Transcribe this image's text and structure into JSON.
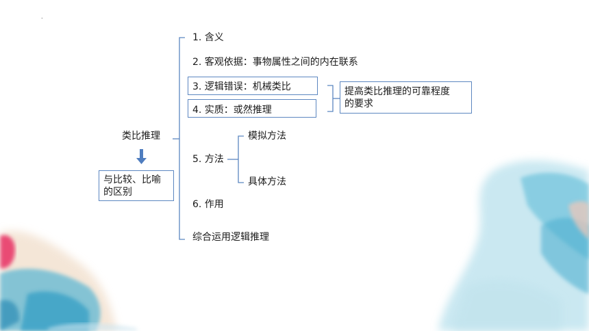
{
  "slide": {
    "dot": ".",
    "root": "类比推理",
    "items": [
      "1. 含义",
      "2. 客观依据：事物属性之间的内在联系",
      "3. 逻辑错误：机械类比",
      "4. 实质：或然推理",
      "5. 方法",
      "6. 作用",
      "综合运用逻辑推理"
    ],
    "methods": [
      "模拟方法",
      "具体方法"
    ],
    "requirement_line1": "提高类比推理的可靠程度",
    "requirement_line2": "的要求",
    "difference_line1": "与比较、比喻",
    "difference_line2": "的区别"
  },
  "colors": {
    "box_border": "#5b86c0",
    "bracket": "#5b86c0",
    "arrow": "#4f7dbf",
    "teal_paint": "#5fb8d4",
    "pink_paint": "#e83a6b"
  }
}
